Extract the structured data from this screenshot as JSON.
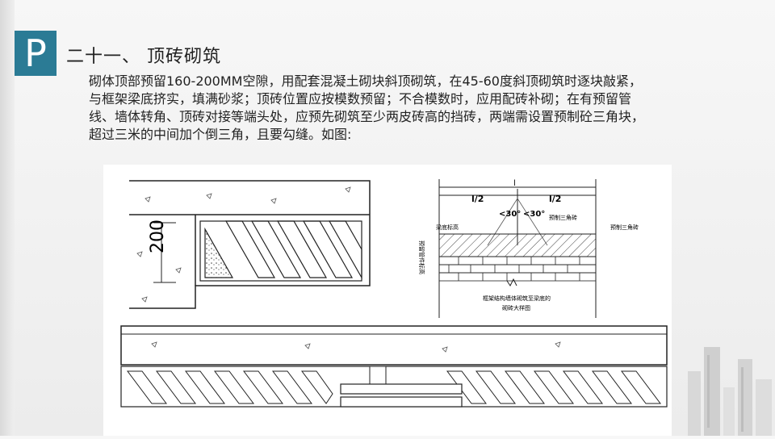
{
  "badge": {
    "letter": "P"
  },
  "title": "二十一、 顶砖砌筑",
  "paragraph": "砌体顶部预留160-200MM空隙，用配套混凝土砌块斜顶砌筑，在45-60度斜顶砌筑时逐块敲紧，与框架梁底挤实，填满砂浆；顶砖位置应按模数预留；不合模数时，应用配砖补砌；在有预留管线、墙体转角、顶砖对接等端头处，应预先砌筑至少两皮砖高的挡砖，两端需设置预制砼三角块，超过三米的中间加个倒三角，且要勾缝。如图:",
  "figure_left": {
    "dimension_label": "200"
  },
  "figure_right": {
    "span_label": "l",
    "half_left": "l/2",
    "half_right": "l/2",
    "angle_left": "<30°",
    "angle_right": "<30°",
    "note_beam": "梁底标高",
    "note_tri_inner": "预制三角砖",
    "note_tri_outer": "预制三角砖",
    "note_vertical": "预留管件标高",
    "caption_line1": "框架结构墙体砌筑至梁底的",
    "caption_line2": "砌砖大样图"
  }
}
